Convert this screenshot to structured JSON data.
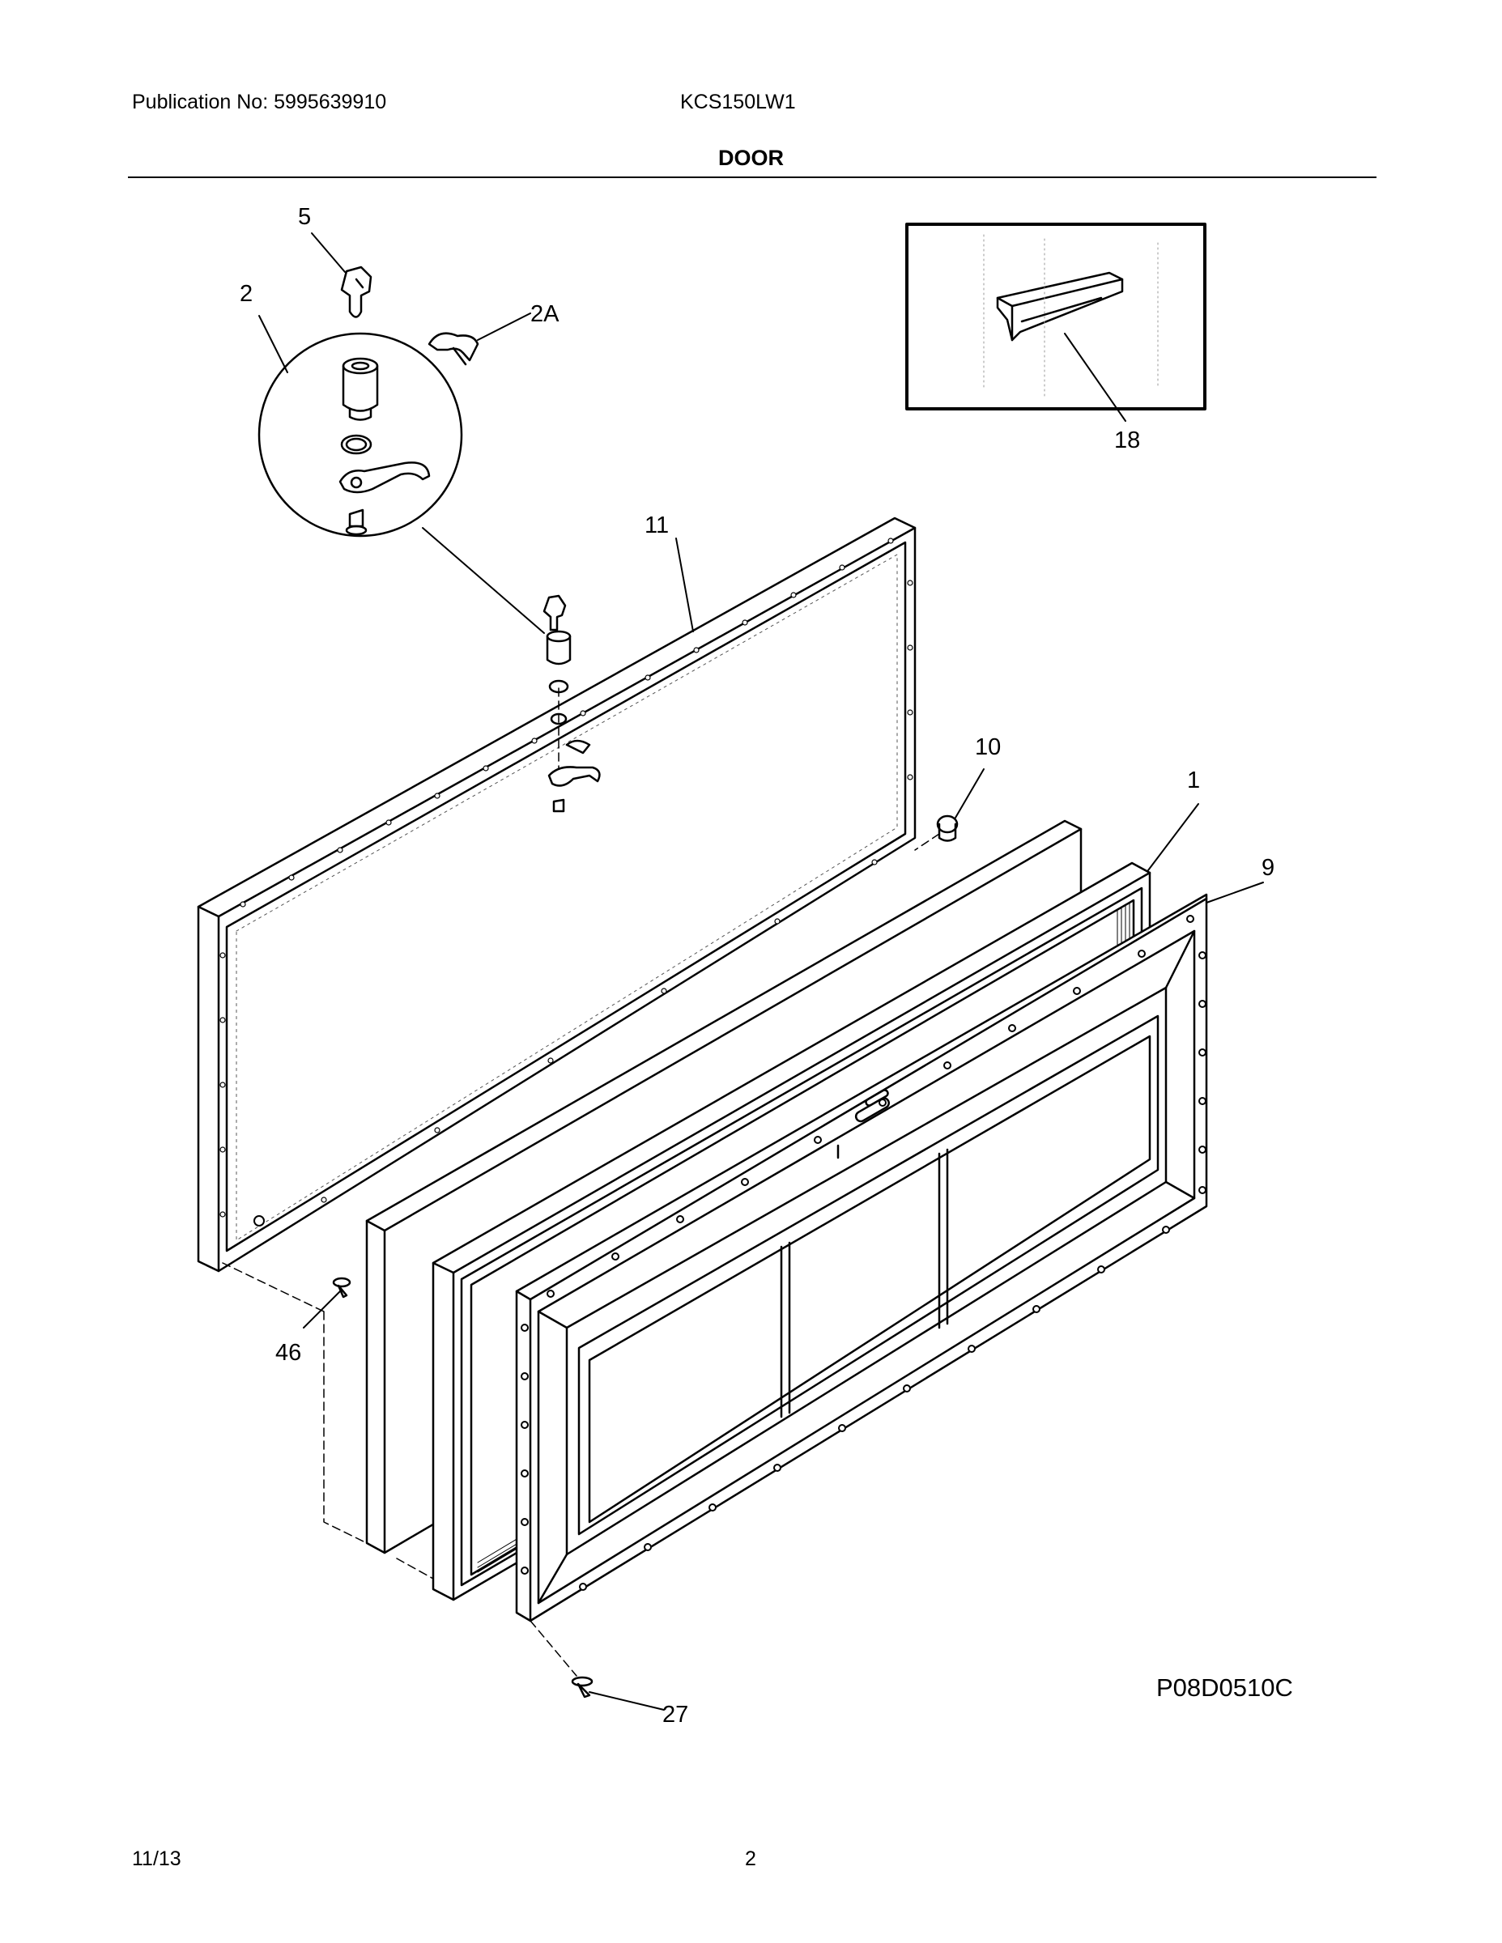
{
  "header": {
    "publication": "Publication No: 5995639910",
    "model": "KCS150LW1",
    "section_title": "DOOR"
  },
  "callouts": {
    "c5": "5",
    "c2": "2",
    "c2a": "2A",
    "c18": "18",
    "c11": "11",
    "c10": "10",
    "c1": "1",
    "c9": "9",
    "c46": "46",
    "c27": "27"
  },
  "drawing_code": "P08D0510C",
  "footer": {
    "date": "11/13",
    "page": "2"
  }
}
